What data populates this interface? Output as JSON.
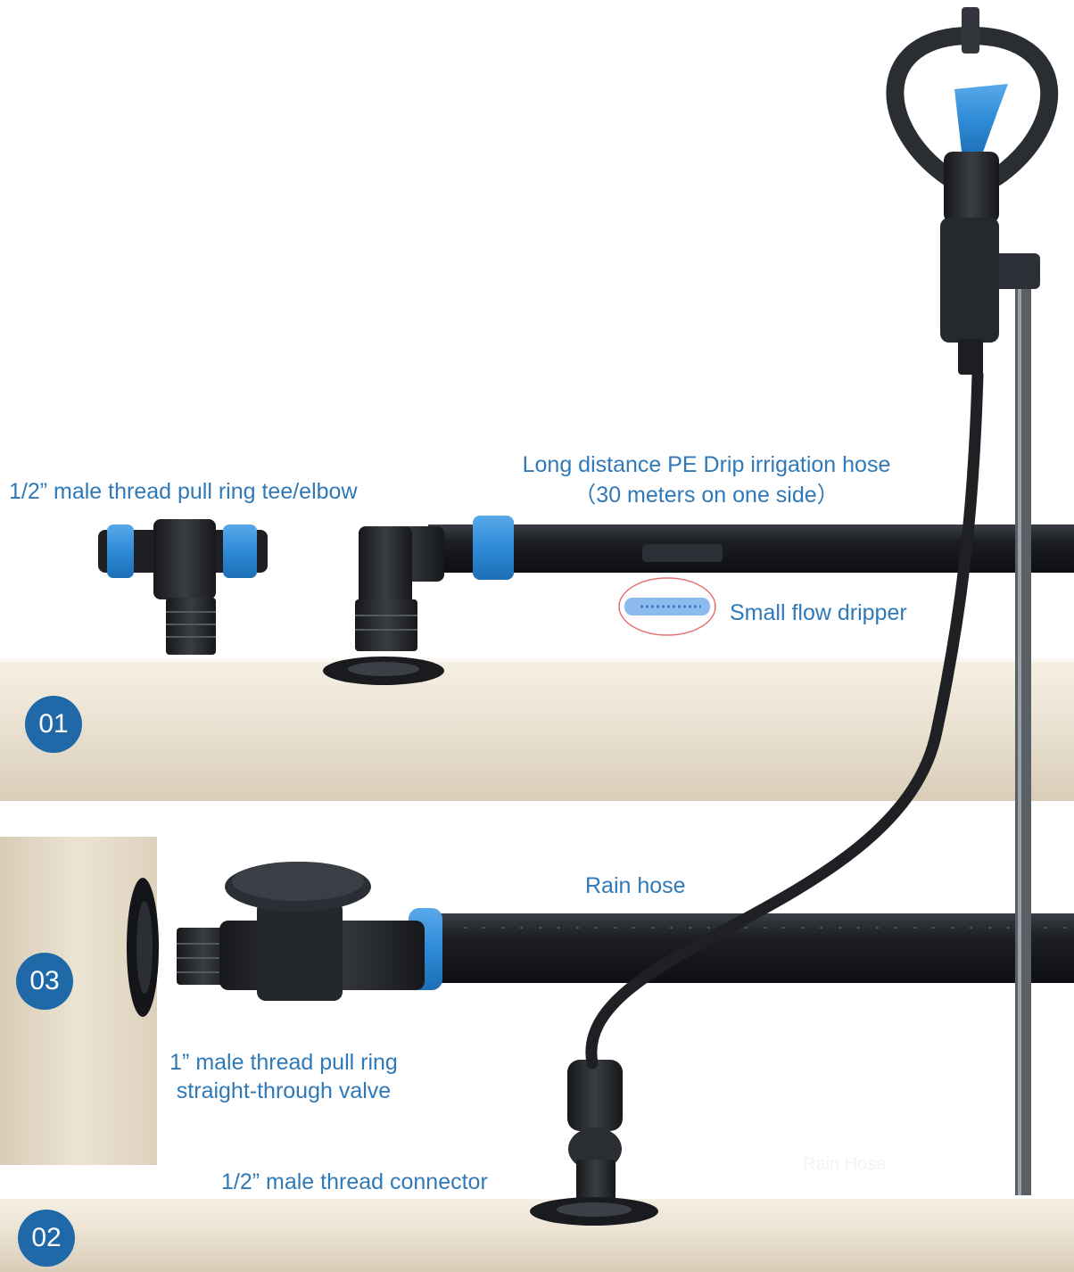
{
  "labels": {
    "tee_elbow": "1/2” male thread pull ring tee/elbow",
    "drip_hose_line1": "Long distance PE Drip irrigation hose",
    "drip_hose_line2": "（30 meters on one side）",
    "dripper": "Small flow dripper",
    "rain_hose": "Rain hose",
    "valve_line1": "1” male thread pull ring",
    "valve_line2": "straight-through valve",
    "connector": "1/2” male thread connector",
    "watermark": "Rain Hose"
  },
  "badges": {
    "first": "01",
    "second": "02",
    "third": "03"
  },
  "colors": {
    "label_text": "#2f79b8",
    "badge_fill": "#1f69a8",
    "pipe_cream": "#ebe2d3",
    "hose_black": "#1c1e22",
    "fitting_blue": "#2f8bd6"
  }
}
